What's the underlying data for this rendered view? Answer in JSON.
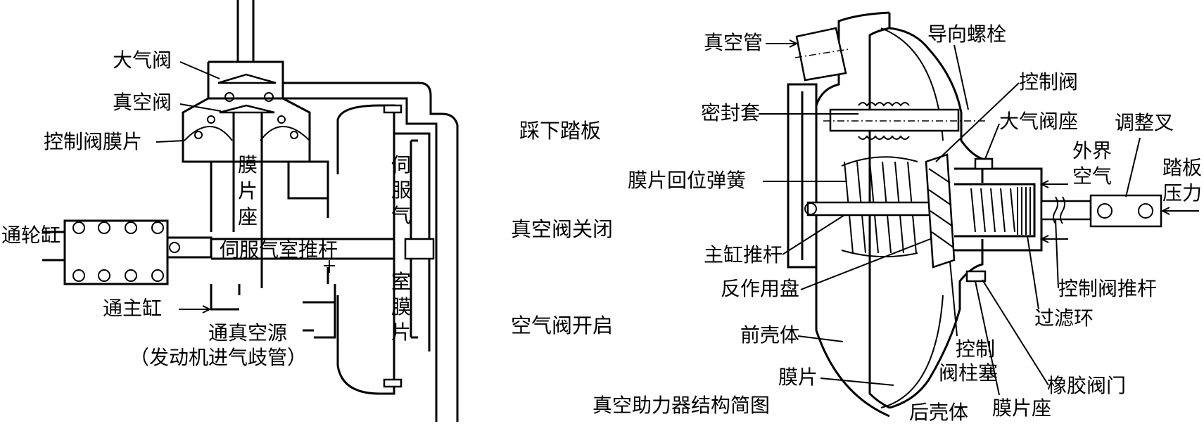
{
  "left_diagram": {
    "labels": {
      "atmospheric_valve": "大气阀",
      "vacuum_valve": "真空阀",
      "control_valve_diaphragm": "控制阀膜片",
      "diaphragm_seat_1": "膜",
      "diaphragm_seat_2": "片",
      "diaphragm_seat_3": "座",
      "to_wheel_cylinder": "通轮缸",
      "servo_push_rod": "伺服气室推杆",
      "to_master_cylinder": "通主缸",
      "to_vacuum_source": "通真空源",
      "engine_intake": "（发动机进气歧管）",
      "servo_1": "伺",
      "servo_2": "服",
      "servo_3": "气",
      "chamber_1": "室",
      "chamber_2": "膜",
      "chamber_3": "片"
    }
  },
  "middle_text": {
    "press_pedal": "踩下踏板",
    "vacuum_valve_closed": "真空阀关闭",
    "air_valve_open": "空气阀开启"
  },
  "right_diagram": {
    "labels": {
      "vacuum_pipe": "真空管",
      "guide_bolt": "导向螺栓",
      "control_valve": "控制阀",
      "seal_sleeve": "密封套",
      "atmospheric_valve_seat": "大气阀座",
      "adjusting_fork": "调整叉",
      "outside_air_1": "外界",
      "outside_air_2": "空气",
      "pedal_pressure_1": "踏板",
      "pedal_pressure_2": "压力",
      "diaphragm_return_spring": "膜片回位弹簧",
      "master_cylinder_push_rod": "主缸推杆",
      "reaction_disc": "反作用盘",
      "control_valve_push_rod": "控制阀推杆",
      "filter_ring": "过滤环",
      "front_housing": "前壳体",
      "control_1": "控制",
      "control_2": "阀柱塞",
      "diaphragm": "膜片",
      "rubber_valve": "橡胶阀门",
      "rear_housing": "后壳体",
      "diaphragm_seat": "膜片座",
      "caption": "真空助力器结构简图"
    }
  }
}
